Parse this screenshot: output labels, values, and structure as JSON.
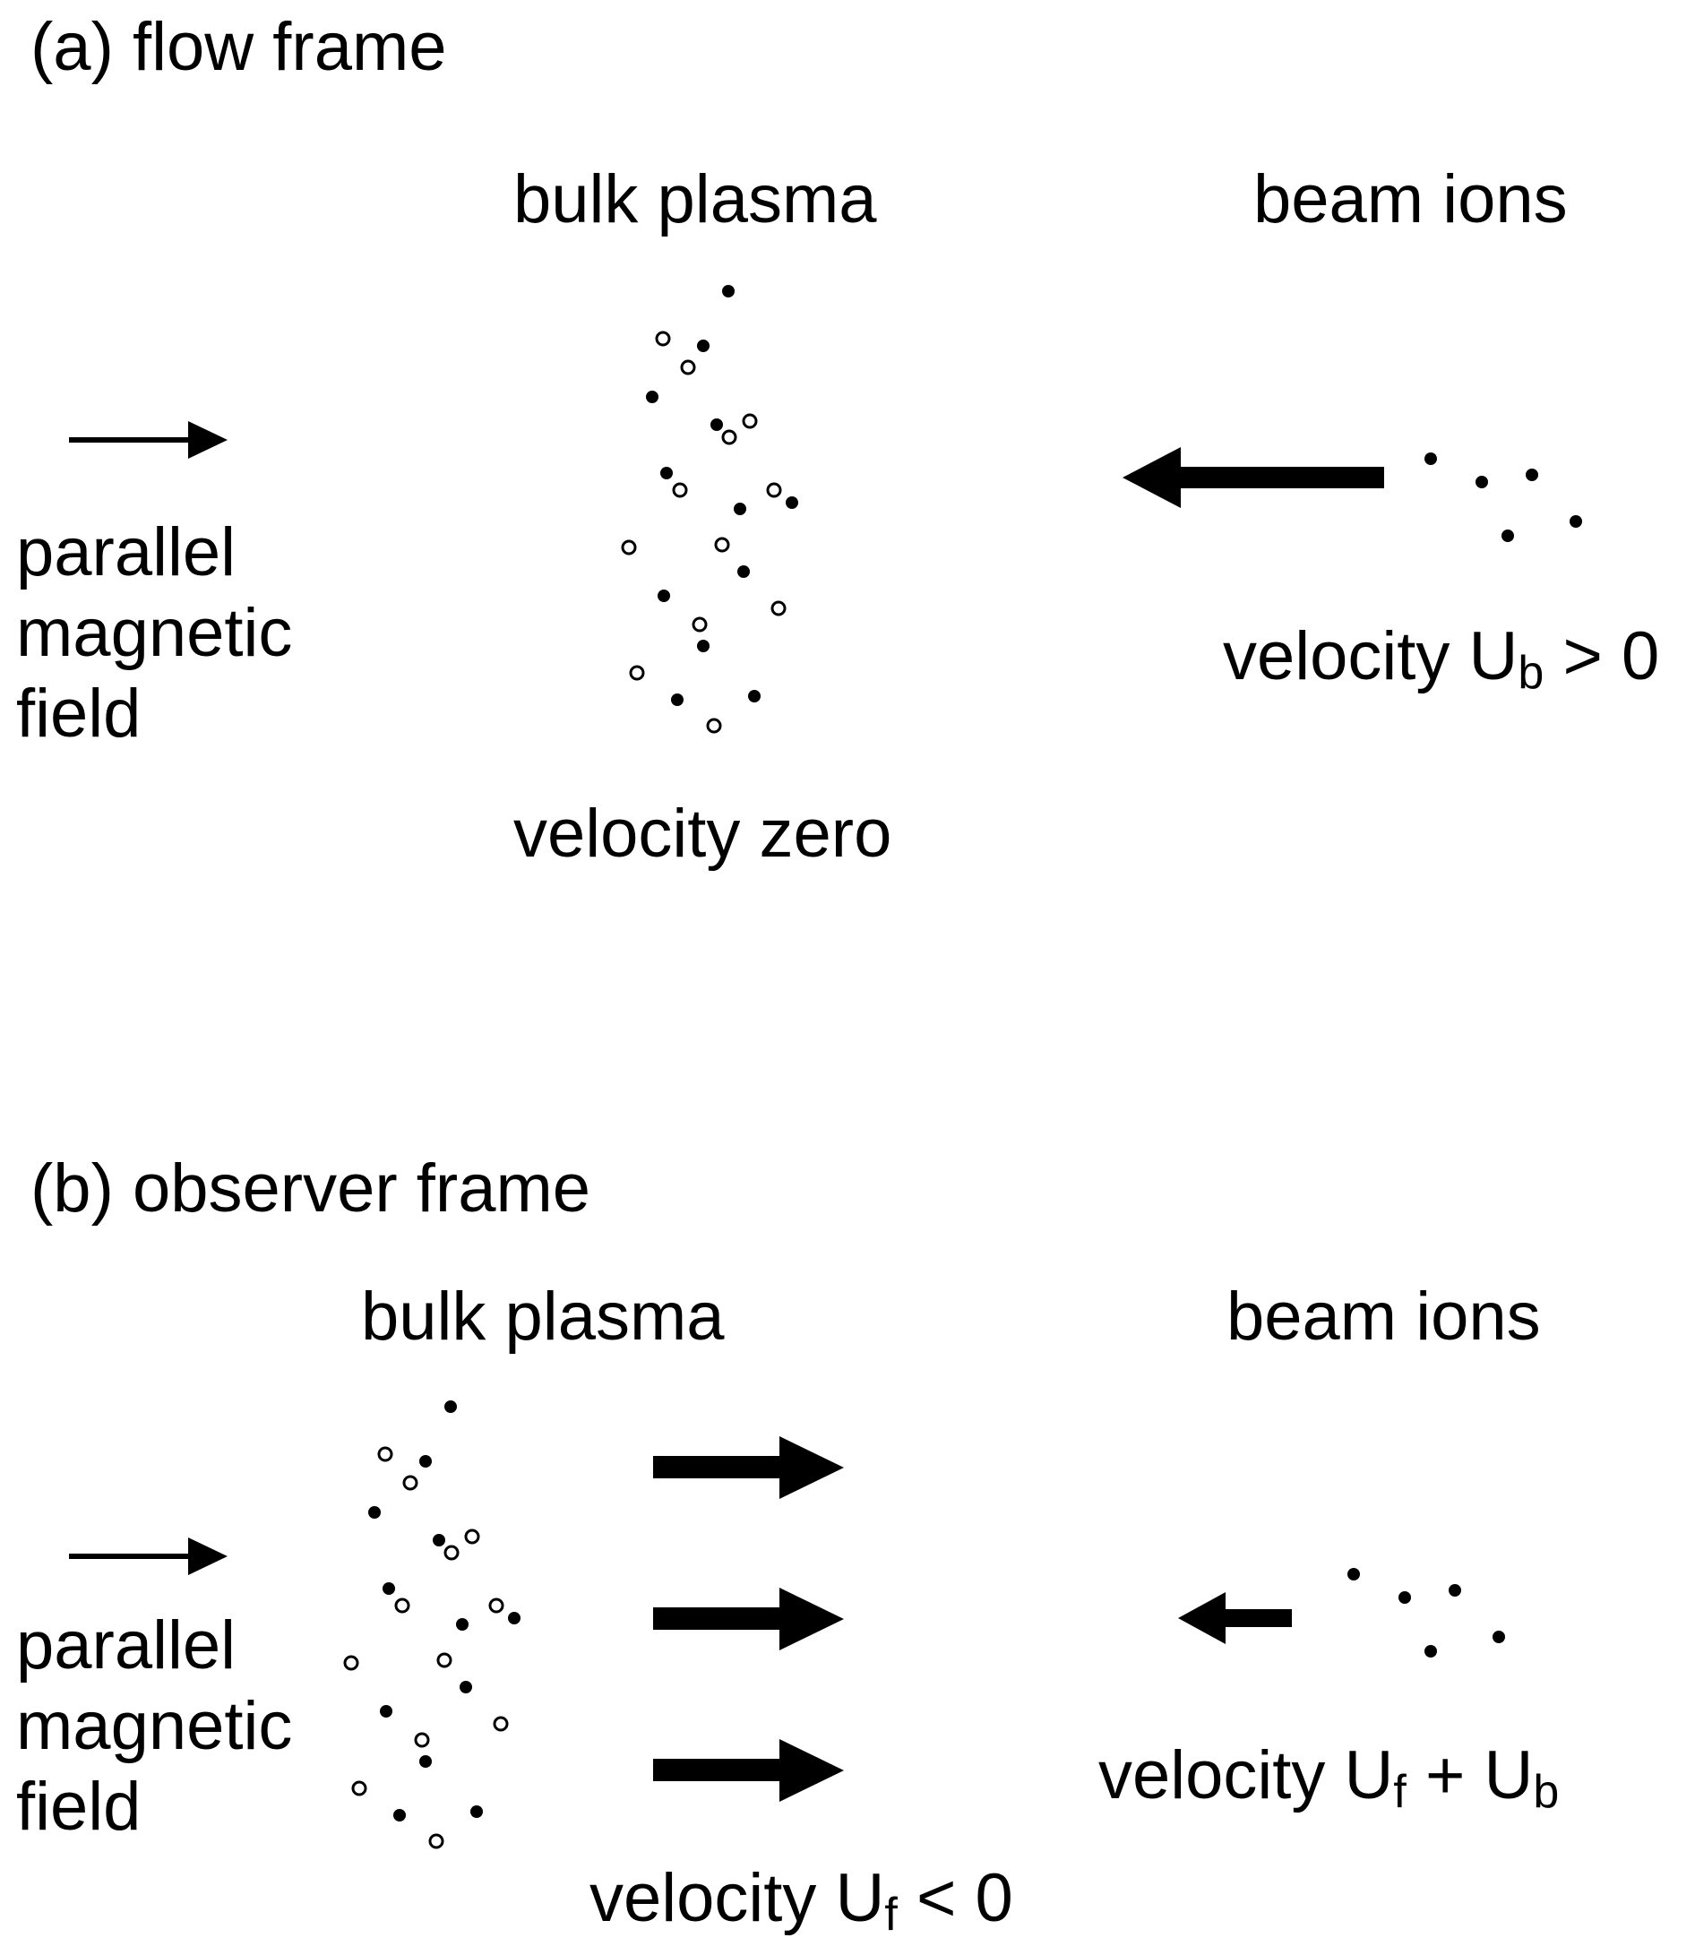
{
  "panels": [
    {
      "id": "a",
      "title": "(a) flow frame",
      "field_label": [
        "parallel",
        "magnetic",
        "field"
      ],
      "bulk_label": "bulk plasma",
      "beam_label": "beam ions",
      "bulk_velocity": "velocity zero",
      "beam_velocity": {
        "prefix": "velocity U",
        "sub": "b",
        "suffix": " > 0"
      }
    },
    {
      "id": "b",
      "title": "(b) observer frame",
      "field_label": [
        "parallel",
        "magnetic",
        "field"
      ],
      "bulk_label": "bulk plasma",
      "beam_label": "beam ions",
      "bulk_velocity": {
        "prefix": "velocity U",
        "sub": "f",
        "suffix": " < 0"
      },
      "beam_velocity": {
        "prefix": "velocity U",
        "sub": "f",
        "mid": " + U",
        "sub2": "b"
      }
    }
  ],
  "colors": {
    "ink": "#000000",
    "background": "#ffffff"
  }
}
